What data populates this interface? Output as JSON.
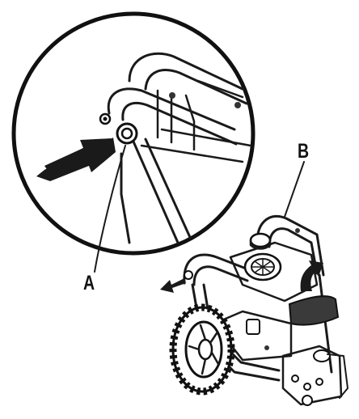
{
  "figure": {
    "callouts": [
      {
        "id": "A",
        "text": "A"
      },
      {
        "id": "B",
        "text": "B"
      }
    ],
    "colors": {
      "ink": "#1a1a1a",
      "background": "#ffffff",
      "shade": "#444444"
    }
  }
}
